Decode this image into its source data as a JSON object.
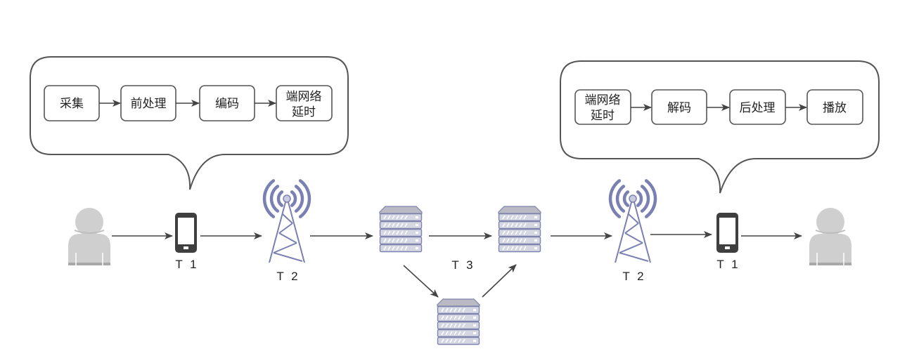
{
  "colors": {
    "stroke": "#555555",
    "arrow": "#444444",
    "person": "#cfcfcf",
    "person_dark": "#a8a8a8",
    "phone": "#3f3f3f",
    "tower": "#7b80b3",
    "server_body": "#d5d7e2",
    "server_stroke": "#7e84ad",
    "server_top": "#b9bac4"
  },
  "sender_pipeline": {
    "steps": [
      {
        "lines": [
          "采集"
        ]
      },
      {
        "lines": [
          "前处理"
        ]
      },
      {
        "lines": [
          "编码"
        ]
      },
      {
        "lines": [
          "端网络",
          "延时"
        ]
      }
    ]
  },
  "receiver_pipeline": {
    "steps": [
      {
        "lines": [
          "端网络",
          "延时"
        ]
      },
      {
        "lines": [
          "解码"
        ]
      },
      {
        "lines": [
          "后处理"
        ]
      },
      {
        "lines": [
          "播放"
        ]
      }
    ]
  },
  "network_path": {
    "nodes": [
      {
        "type": "person",
        "label": ""
      },
      {
        "type": "phone",
        "label": "T 1"
      },
      {
        "type": "tower",
        "label": "T 2"
      },
      {
        "type": "server",
        "label": ""
      },
      {
        "type": "server",
        "label": ""
      },
      {
        "type": "server",
        "label": ""
      },
      {
        "type": "tower",
        "label": "T 2"
      },
      {
        "type": "phone",
        "label": "T 1"
      },
      {
        "type": "person",
        "label": ""
      }
    ],
    "server_segment_label": "T 3"
  }
}
